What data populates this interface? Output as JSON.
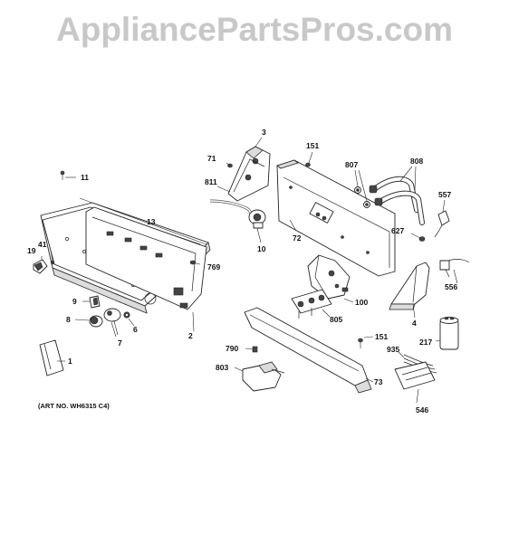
{
  "watermark": "AppliancePartsPros.com",
  "art_number": "(ART NO. WH6315 C4)",
  "part_labels": {
    "p1": "1",
    "p2": "2",
    "p3": "3",
    "p4": "4",
    "p6": "6",
    "p7": "7",
    "p8": "8",
    "p9": "9",
    "p10": "10",
    "p11": "11",
    "p13": "13",
    "p19": "19",
    "p41": "41",
    "p71": "71",
    "p72": "72",
    "p73": "73",
    "p100": "100",
    "p151a": "151",
    "p151b": "151",
    "p217": "217",
    "p546": "546",
    "p556": "556",
    "p557": "557",
    "p627": "627",
    "p769": "769",
    "p790": "790",
    "p803": "803",
    "p805": "805",
    "p807": "807",
    "p808": "808",
    "p811": "811",
    "p935": "935"
  }
}
